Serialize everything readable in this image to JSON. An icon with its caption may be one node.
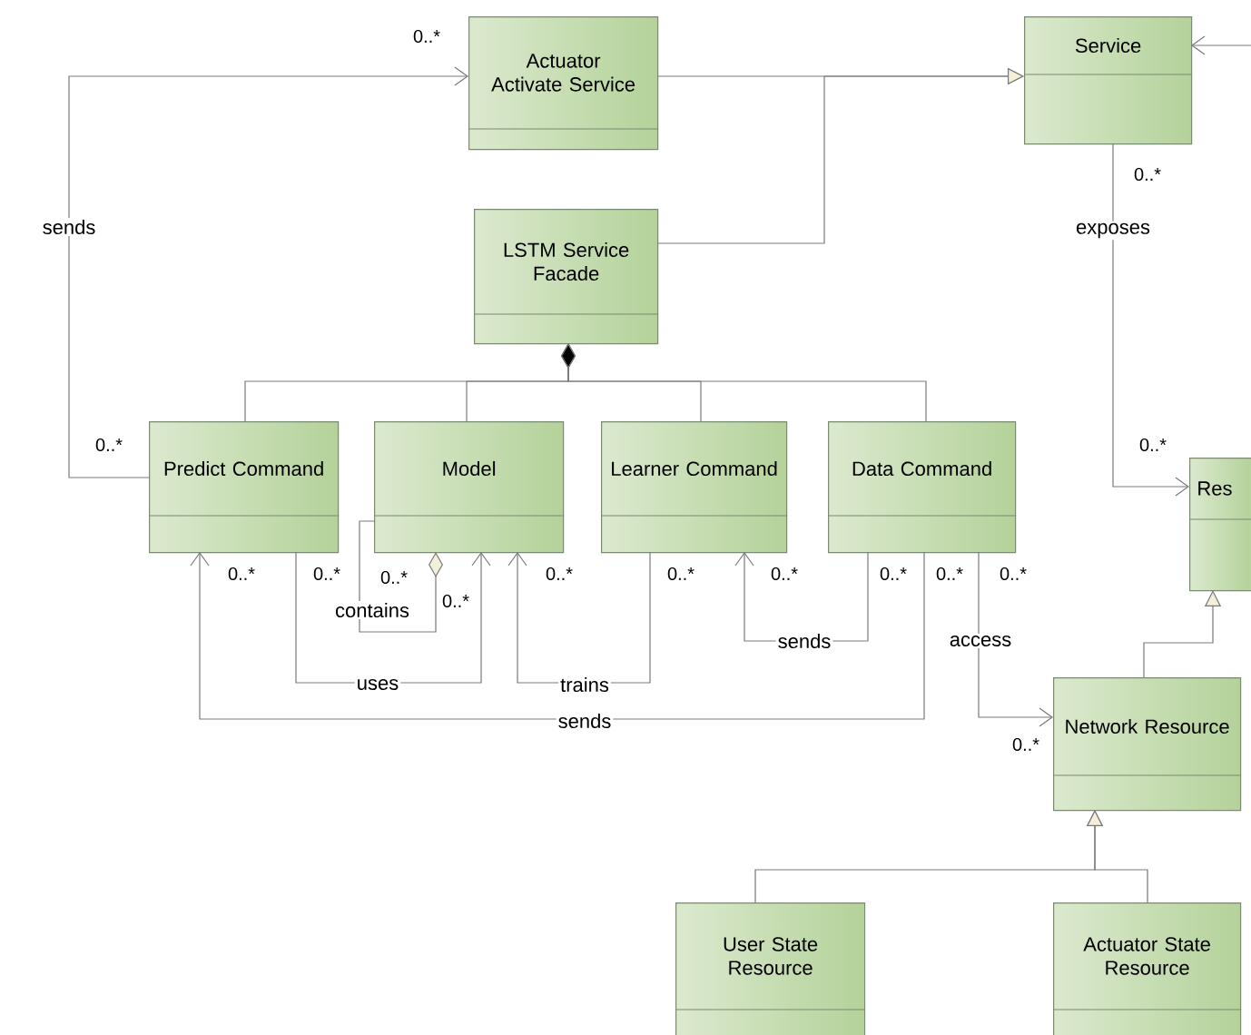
{
  "diagram": {
    "nodes": [
      {
        "text": [
          "Actuator Activate Service"
        ]
      },
      {
        "text": [
          "Service"
        ]
      },
      {
        "text": [
          "LSTM Service Facade"
        ]
      },
      {
        "text": [
          "Predict Command"
        ]
      },
      {
        "text": [
          "Model"
        ]
      },
      {
        "text": [
          "Learner Command"
        ]
      },
      {
        "text": [
          "Data Command"
        ]
      },
      {
        "text": [
          "Res"
        ]
      },
      {
        "text": [
          "Network Resource"
        ]
      },
      {
        "text": [
          "User State Resource"
        ]
      },
      {
        "text": [
          "Actuator State Resource"
        ]
      }
    ],
    "edges": [
      {
        "from": 3,
        "to": 0,
        "arrow": "to",
        "label": "sends"
      },
      {
        "from": 0,
        "to": 1,
        "arrow": "to"
      },
      {
        "from": 2,
        "to": 1,
        "arrow": "to"
      },
      {
        "from": 2,
        "to": 3,
        "arrow": "other"
      },
      {
        "from": 2,
        "to": 4,
        "arrow": "other"
      },
      {
        "from": 2,
        "to": 5,
        "arrow": "other"
      },
      {
        "from": 2,
        "to": 6,
        "arrow": "other"
      },
      {
        "from": 1,
        "to": 7,
        "arrow": "to",
        "label": "exposes"
      },
      {
        "from": null,
        "to": 1,
        "arrow": "to"
      },
      {
        "from": 3,
        "to": 4,
        "arrow": "to",
        "label": "uses"
      },
      {
        "from": 4,
        "to": 4,
        "arrow": "other",
        "label": "contains"
      },
      {
        "from": 5,
        "to": 4,
        "arrow": "to",
        "label": "trains"
      },
      {
        "from": 6,
        "to": 5,
        "arrow": "to",
        "label": "sends"
      },
      {
        "from": 6,
        "to": 3,
        "arrow": "to",
        "label": "sends"
      },
      {
        "from": 6,
        "to": 8,
        "arrow": "to",
        "label": "access"
      },
      {
        "from": 8,
        "to": 7,
        "arrow": "to"
      },
      {
        "from": 9,
        "to": 8,
        "arrow": "to"
      },
      {
        "from": 10,
        "to": 8,
        "arrow": "to"
      }
    ],
    "labels": [
      "0..*",
      "0..*",
      "0..*",
      "0..*",
      "0..*",
      "0..*",
      "0..*",
      "0..*",
      "0..*",
      "0..*",
      "0..*",
      "0..*",
      "0..*",
      "0..*",
      "0..*"
    ]
  }
}
